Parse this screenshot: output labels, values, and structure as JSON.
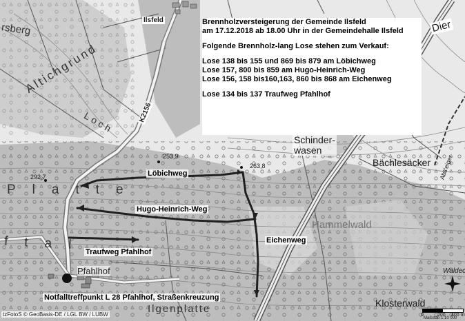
{
  "notice": {
    "line1": "Brennholzversteigerung der Gemeinde Ilsfeld",
    "line2": "am 17.12.2018 ab 18.00 Uhr in der Gemeindehalle Ilsfeld",
    "line3": "Folgende Brennholz-lang Lose stehen zum Verkauf:",
    "line4": "Lose 138 bis 155 und 869 bis 879 am Löbichweg",
    "line5": "Lose 157, 800 bis 859 am Hugo-Heinrich-Weg",
    "line6": "Lose 156, 158 bis160,163, 860 bis 868 am Eichenweg",
    "line7": "Lose 134 bis 137 Traufweg Pfahlhof"
  },
  "labels": {
    "ilsfeld": "Ilsfeld",
    "berg": "rsberg",
    "altichgrund": "Altichgrund",
    "loch": "Loch",
    "k2156": "K2156",
    "elev_253": "253,9",
    "elev_263": "263,8",
    "elev_292": "292,7",
    "platte": "Platte",
    "ftal": "ftal",
    "schinder": "Schinder-",
    "wasen": "wasen",
    "baechlesacker": "Bächlesäcker",
    "hammelwald": "Hammelwald",
    "absteiger": "Abs'eiger",
    "klosterwald": "Klosterwald",
    "waldeck": "Waldec",
    "ilgenplatte": "Ilgenplatte",
    "pfahlhof": "Pfahlhof",
    "dier": "Dier"
  },
  "routes": {
    "loebichweg": "Löbichweg",
    "hugo": "Hugo-Heinrich-Weg",
    "eichenweg": "Eichenweg",
    "traufweg": "Traufweg Pfahlhof",
    "notfall": "Notfalltreffpunkt L 28 Pfahlhof, Straßenkreuzung"
  },
  "credit": "tzFotoS © GeoBasis-DE / LGL BW / LUBW",
  "scale": {
    "left": "0",
    "mid": "200",
    "right": "400 m",
    "sub": "Maßstab 1:10 000"
  },
  "colors": {
    "forest": "#bdbdbd",
    "route": "#202020",
    "meeting": "#111111",
    "contour": "#8a8a8a"
  }
}
